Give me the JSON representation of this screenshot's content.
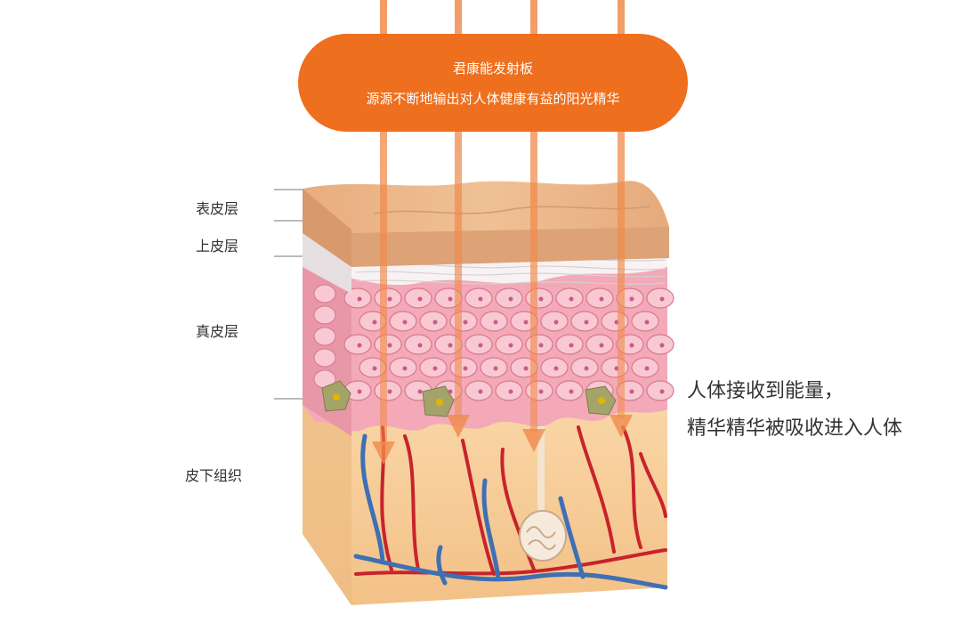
{
  "panel": {
    "title": "君康能发射板",
    "subtitle": "源源不断地输出对人体健康有益的阳光精华"
  },
  "layers": {
    "epidermis": "表皮层",
    "upper_dermis": "上皮层",
    "dermis": "真皮层",
    "subcutaneous": "皮下组织"
  },
  "absorption": {
    "line1": "人体接收到能量，",
    "line2": "精华精华被吸收进入人体"
  },
  "colors": {
    "pill": "#ee6f1e",
    "ray": "#f08a4b",
    "skin_top": "#e9b486",
    "dermis_pink": "#f4b3c0",
    "subcutaneous": "#f7cf9c",
    "artery": "#c8232c",
    "vein": "#3f6fb4"
  }
}
